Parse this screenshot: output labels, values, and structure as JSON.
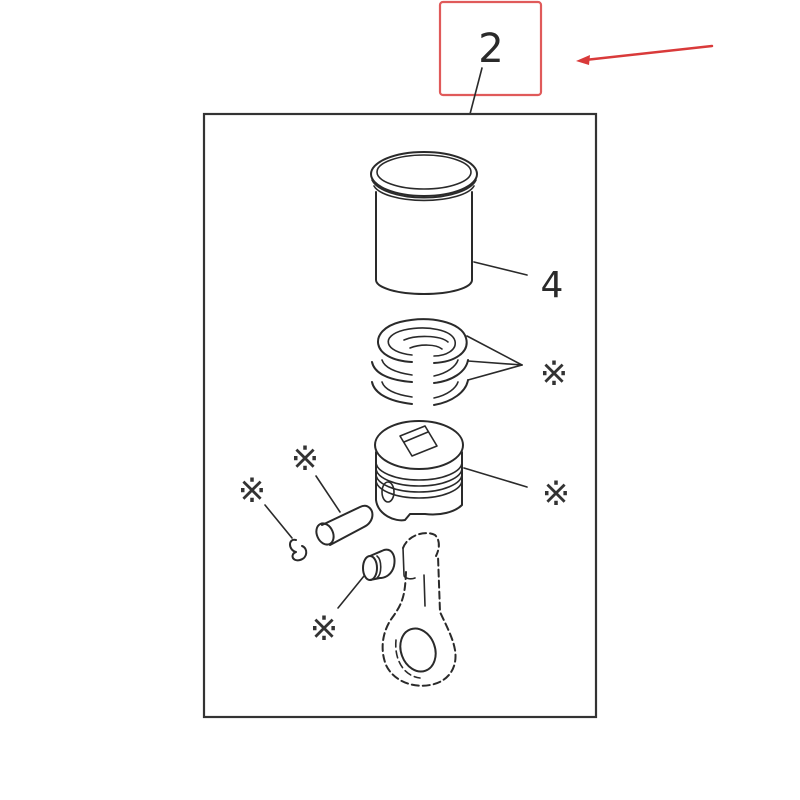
{
  "diagram": {
    "callout": {
      "label": "2",
      "highlight_color": "#e05a5a",
      "arrow_color": "#d93a3a"
    },
    "parts": [
      {
        "id": "cylinder-liner",
        "label": "4"
      },
      {
        "id": "piston-rings",
        "label": "※"
      },
      {
        "id": "piston",
        "label": "※"
      },
      {
        "id": "piston-pin",
        "label": "※"
      },
      {
        "id": "snap-ring",
        "label": "※"
      },
      {
        "id": "bushing",
        "label": "※"
      },
      {
        "id": "connecting-rod",
        "label": ""
      }
    ],
    "colors": {
      "line": "#2a2a2a",
      "background": "#ffffff"
    }
  }
}
